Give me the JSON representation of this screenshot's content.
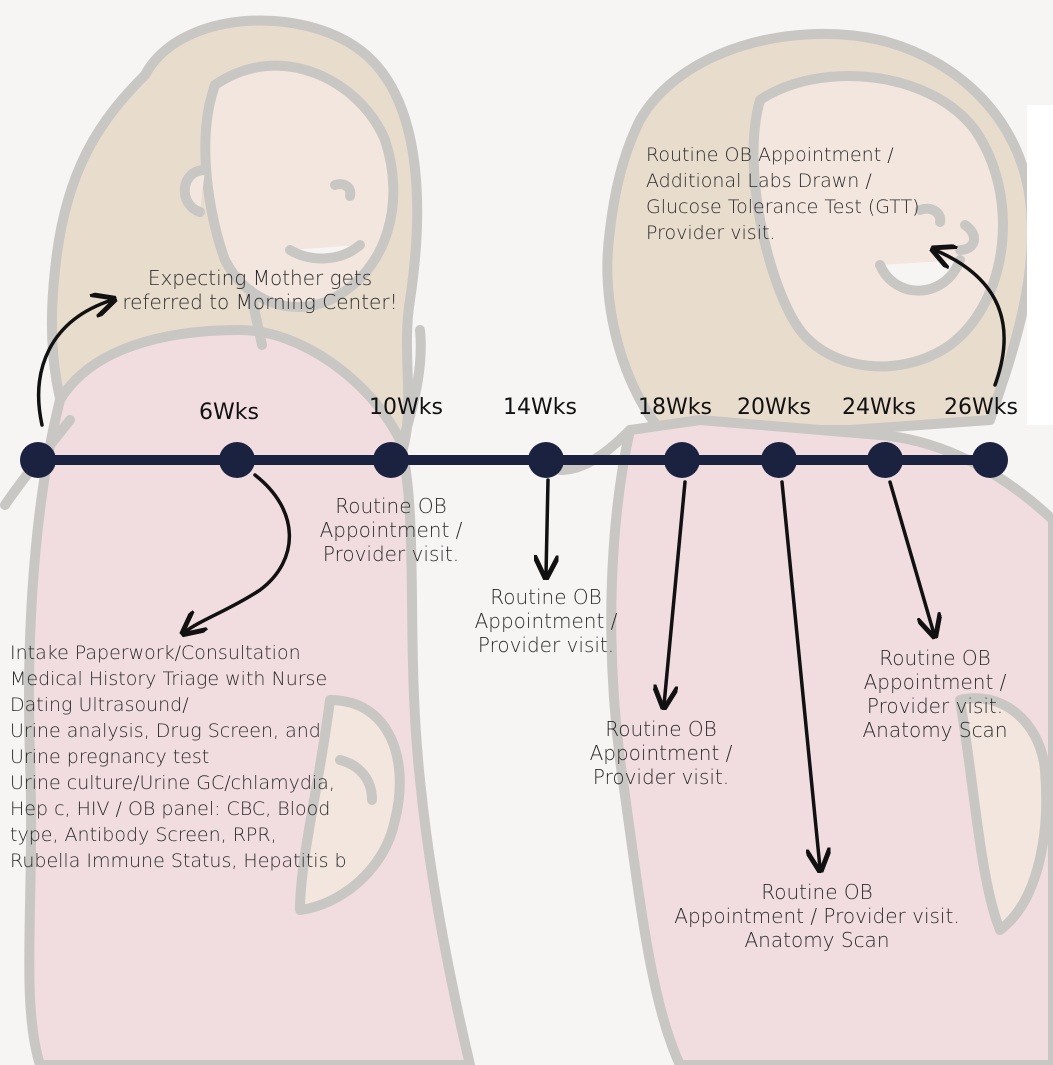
{
  "colors": {
    "background": "#f6f5f3",
    "timeline": "#1b2240",
    "hair": "#e8dccd",
    "skin": "#f3e6de",
    "dress": "#f1dde0",
    "outline": "#c9c7c4",
    "arrow": "#111111"
  },
  "timeline": {
    "start_label": "",
    "weeks": [
      {
        "label": "6Wks"
      },
      {
        "label": "10Wks"
      },
      {
        "label": "14Wks"
      },
      {
        "label": "18Wks"
      },
      {
        "label": "20Wks"
      },
      {
        "label": "24Wks"
      },
      {
        "label": "26Wks"
      }
    ]
  },
  "notes": {
    "referral": "Expecting Mother gets\nreferred to Morning Center!",
    "intake": "Intake Paperwork/Consultation\nMedical History Triage with Nurse\nDating Ultrasound/\nUrine analysis, Drug Screen, and\nUrine pregnancy test\nUrine culture/Urine GC/chlamydia,\nHep c, HIV / OB panel: CBC, Blood\ntype, Antibody Screen, RPR,\nRubella Immune Status, Hepatitis b",
    "wk10": "Routine OB\nAppointment /\nProvider visit.",
    "wk14": "Routine OB\nAppointment /\nProvider visit.",
    "wk18": "Routine OB\nAppointment /\nProvider visit.",
    "wk20": "Routine OB\nAppointment / Provider visit.\nAnatomy Scan",
    "wk24": "Routine OB\nAppointment /\nProvider visit.\nAnatomy Scan",
    "wk26": "Routine OB Appointment  /\nAdditional Labs Drawn /\nGlucose Tolerance Test (GTT)\nProvider visit."
  },
  "illustration": {
    "left_figure": "pregnant-woman-left",
    "right_figure": "pregnant-woman-right"
  }
}
